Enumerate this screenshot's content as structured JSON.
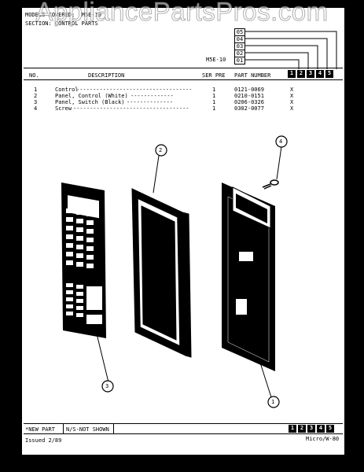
{
  "watermark": "AppliancePartsPros.com",
  "header": {
    "models_line": "MODELS COVERED:  M5E-10",
    "section_line": "SECTION: CONTROL PARTS",
    "model_label": "M5E-10",
    "stack_numbers": [
      "05",
      "04",
      "03",
      "02",
      "01"
    ]
  },
  "table": {
    "col_no": "NO.",
    "col_description": "DESCRIPTION",
    "col_ser_pre": "SER PRE",
    "col_part_number": "PART NUMBER",
    "col_boxes": [
      "1",
      "2",
      "3",
      "4",
      "5"
    ],
    "rows": [
      {
        "no": "1",
        "description": "Control",
        "qty": "1",
        "part": "0121-0069",
        "mark": "X"
      },
      {
        "no": "2",
        "description": "Panel, Control (White)",
        "qty": "1",
        "part": "0210-0151",
        "mark": "X"
      },
      {
        "no": "3",
        "description": "Panel, Switch (Black)",
        "qty": "1",
        "part": "0206-0326",
        "mark": "X"
      },
      {
        "no": "4",
        "description": "Screw",
        "qty": "1",
        "part": "0302-0077",
        "mark": "X"
      }
    ]
  },
  "callouts": [
    "1",
    "2",
    "3",
    "4"
  ],
  "footer": {
    "new_part": "*NEW PART",
    "not_shown": "N/S-NOT SHOWN",
    "boxes": [
      "1",
      "2",
      "3",
      "4",
      "5"
    ],
    "issued": "Issued 2/89",
    "doc_code": "Micro/W-80"
  }
}
